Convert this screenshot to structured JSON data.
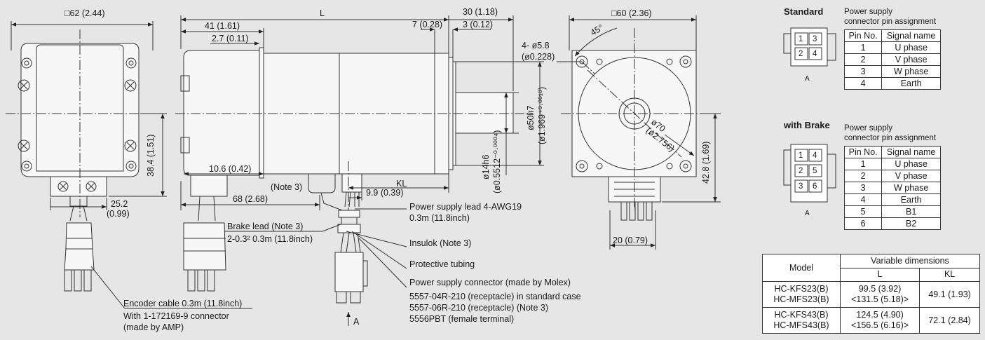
{
  "dimensions": {
    "top_62": "□62 (2.44)",
    "L": "L",
    "d30": "30 (1.18)",
    "d41": "41 (1.61)",
    "d7": "7 (0.28)",
    "d3": "3 (0.12)",
    "d27": "2.7 (0.11)",
    "top_60": "□60 (2.36)",
    "angle45": "45°",
    "holes": "4- ø5.8",
    "holes_in": "(ø0.228)",
    "d384": "38.4 (1.51)",
    "d252": "25.2",
    "d252_in": "(0.99)",
    "d106": "10.6 (0.42)",
    "note3": "(Note 3)",
    "KL": "KL",
    "d99": "9.9 (0.39)",
    "d68": "68 (2.68)",
    "phi14": "ø14h6",
    "phi14_in": "(ø0.5512⁻⁰·⁰⁰⁰⁴)",
    "phi50": "ø50h7",
    "phi50_in": "(ø1.969⁺⁰·⁰⁰¹⁰)",
    "phi70": "ø70",
    "phi70_in": "(ø2.756)",
    "d428": "42.8 (1.69)",
    "d20": "20 (0.79)"
  },
  "labels": {
    "power_lead": "Power supply lead 4-AWG19",
    "power_lead_len": "0.3m (11.8inch)",
    "brake_lead": "Brake lead (Note 3)",
    "brake_lead_spec": "2-0.3² 0.3m (11.8inch)",
    "insulok": "Insulok (Note 3)",
    "tubing": "Protective tubing",
    "connector": "Power supply connector (made by Molex)",
    "conn1": "5557-04R-210 (receptacle) in standard case",
    "conn2": "5557-06R-210 (receptacle) (Note 3)",
    "conn3": "5556PBT (female terminal)",
    "encoder": "Encoder cable 0.3m (11.8inch)",
    "encoder2": "With 1-172169-9 connector",
    "encoder3": "(made by AMP)",
    "arrowA": "A"
  },
  "standard": {
    "title": "Standard",
    "subtitle1": "Power supply",
    "subtitle2": "connector pin assignment",
    "pins": [
      "1",
      "3",
      "2",
      "4"
    ],
    "label_a": "A",
    "headers": [
      "Pin No.",
      "Signal name"
    ],
    "rows": [
      [
        "1",
        "U phase"
      ],
      [
        "2",
        "V phase"
      ],
      [
        "3",
        "W phase"
      ],
      [
        "4",
        "Earth"
      ]
    ]
  },
  "brake": {
    "title": "with Brake",
    "subtitle1": "Power supply",
    "subtitle2": "connector pin assignment",
    "pins": [
      "1",
      "4",
      "2",
      "5",
      "3",
      "6"
    ],
    "label_a": "A",
    "headers": [
      "Pin No.",
      "Signal name"
    ],
    "rows": [
      [
        "1",
        "U phase"
      ],
      [
        "2",
        "V phase"
      ],
      [
        "3",
        "W phase"
      ],
      [
        "4",
        "Earth"
      ],
      [
        "5",
        "B1"
      ],
      [
        "6",
        "B2"
      ]
    ]
  },
  "variable": {
    "model_header": "Model",
    "var_header": "Variable dimensions",
    "col_L": "L",
    "col_KL": "KL",
    "rows": [
      {
        "model1": "HC-KFS23(B)",
        "model2": "HC-MFS23(B)",
        "L1": "99.5 (3.92)",
        "L2": "<131.5 (5.18)>",
        "KL": "49.1 (1.93)"
      },
      {
        "model1": "HC-KFS43(B)",
        "model2": "HC-MFS43(B)",
        "L1": "124.5 (4.90)",
        "L2": "<156.5 (6.16)>",
        "KL": "72.1 (2.84)"
      }
    ]
  }
}
